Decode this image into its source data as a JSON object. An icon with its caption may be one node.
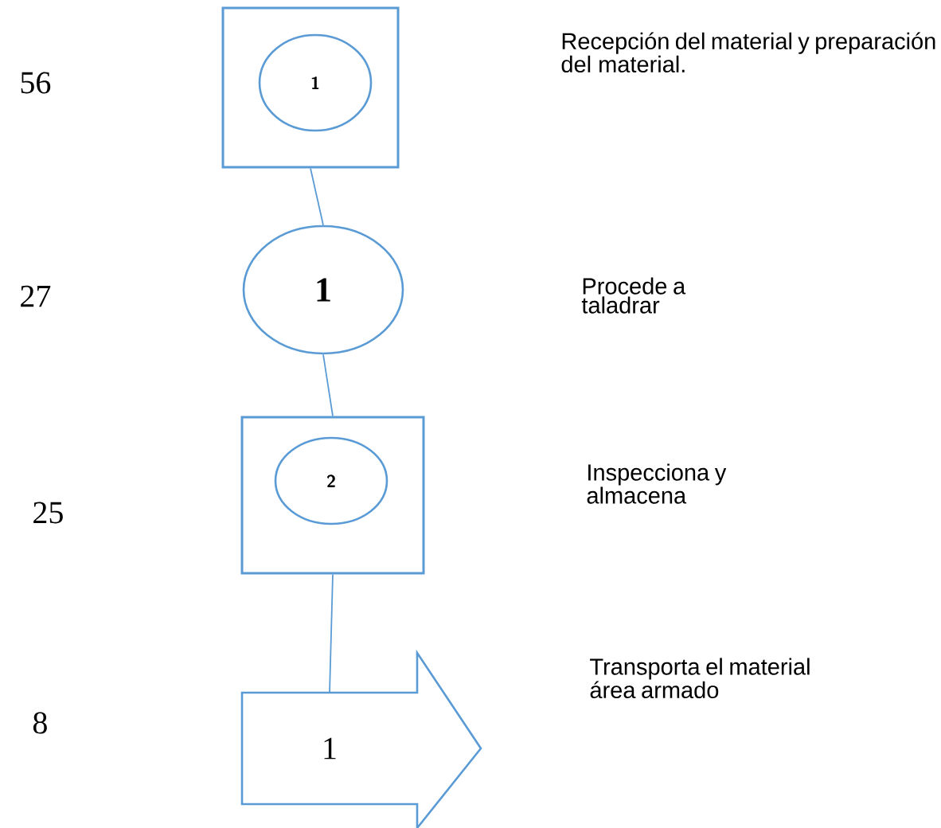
{
  "diagram": {
    "nodes": [
      {
        "text": [],
        "shape": "box"
      },
      {
        "text": [
          "1"
        ],
        "in": 0
      },
      {
        "text": [
          "1"
        ]
      },
      {
        "text": [],
        "shape": "box"
      },
      {
        "text": [
          "2"
        ],
        "in": 3
      },
      {
        "text": [
          "1"
        ]
      }
    ],
    "edges": [
      {
        "from": 0,
        "to": 2,
        "arrow": "none"
      },
      {
        "from": 2,
        "to": 3,
        "arrow": "none"
      },
      {
        "from": 3,
        "to": 5,
        "arrow": "none"
      }
    ],
    "labels": [
      "56",
      "Recepción del material y preparación del material.",
      "27",
      "Procede a taladrar",
      "25",
      "Inspecciona y almacena",
      "8",
      "Transporta el material área armado"
    ]
  }
}
